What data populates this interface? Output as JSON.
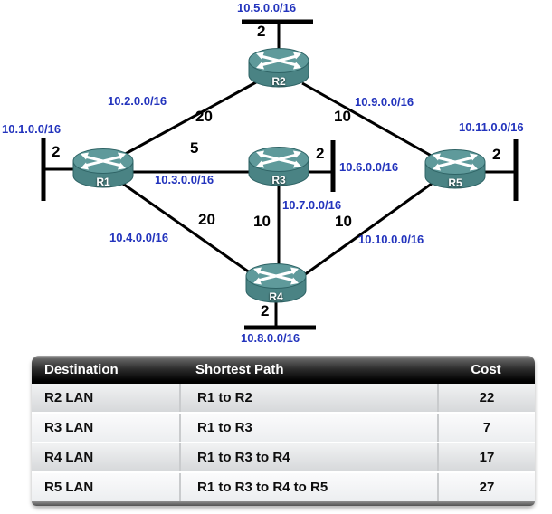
{
  "diagram": {
    "routers": [
      {
        "name": "R1"
      },
      {
        "name": "R2"
      },
      {
        "name": "R3"
      },
      {
        "name": "R4"
      },
      {
        "name": "R5"
      }
    ],
    "lans": [
      {
        "router": "R1",
        "network": "10.1.0.0/16",
        "cost": "2"
      },
      {
        "router": "R2",
        "network": "10.5.0.0/16",
        "cost": "2"
      },
      {
        "router": "R3",
        "network": "10.6.0.0/16",
        "cost": "2"
      },
      {
        "router": "R4",
        "network": "10.8.0.0/16",
        "cost": "2"
      },
      {
        "router": "R5",
        "network": "10.11.0.0/16",
        "cost": "2"
      }
    ],
    "links": [
      {
        "between": "R1-R2",
        "network": "10.2.0.0/16",
        "cost": "20"
      },
      {
        "between": "R1-R3",
        "network": "10.3.0.0/16",
        "cost": "5"
      },
      {
        "between": "R1-R4",
        "network": "10.4.0.0/16",
        "cost": "20"
      },
      {
        "between": "R2-R5",
        "network": "10.9.0.0/16",
        "cost": "10"
      },
      {
        "between": "R3-R4",
        "network": "10.7.0.0/16",
        "cost": "10"
      },
      {
        "between": "R4-R5",
        "network": "10.10.0.0/16",
        "cost": "10"
      }
    ],
    "colors": {
      "network_label": "#2334bd",
      "link_line": "#000000",
      "router_fill": "#4a8384"
    }
  },
  "table": {
    "headers": [
      "Destination",
      "Shortest Path",
      "Cost"
    ],
    "rows": [
      {
        "destination": "R2 LAN",
        "path": "R1 to R2",
        "cost": "22"
      },
      {
        "destination": "R3 LAN",
        "path": "R1 to R3",
        "cost": "7"
      },
      {
        "destination": "R4 LAN",
        "path": "R1 to R3 to R4",
        "cost": "17"
      },
      {
        "destination": "R5 LAN",
        "path": "R1 to R3 to R4 to R5",
        "cost": "27"
      }
    ]
  }
}
